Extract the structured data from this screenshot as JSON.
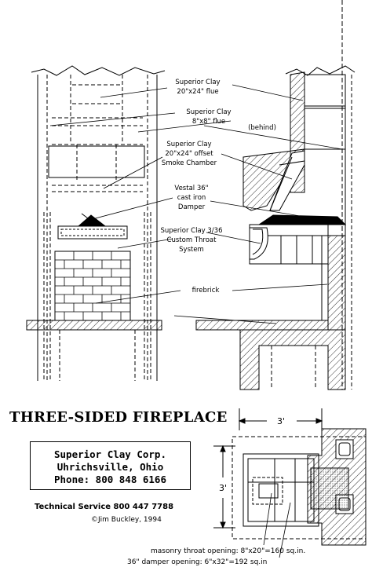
{
  "labels": {
    "flue_20x24": [
      "Superior Clay",
      "20\"x24\" flue"
    ],
    "flue_8x8": [
      "Superior Clay",
      "8\"x8\" flue"
    ],
    "behind": "(behind)",
    "smoke_chamber": [
      "Superior Clay",
      "20\"x24\" offset",
      "Smoke Chamber"
    ],
    "damper": [
      "Vestal 36\"",
      "cast iron",
      "Damper"
    ],
    "throat": [
      "Superior Clay 3/36",
      "Custom Throat",
      "System"
    ],
    "firebrick": "firebrick"
  },
  "title": "THREE-SIDED FIREPLACE",
  "company": {
    "name": "Superior Clay Corp.",
    "city": "Uhrichsville, Ohio",
    "phone": "Phone: 800 848 6166"
  },
  "technical_service": "Technical Service 800 447 7788",
  "copyright": "©Jim Buckley, 1994",
  "plan": {
    "width_dim": "3'",
    "depth_dim": "3'"
  },
  "notes": {
    "throat_opening": "masonry throat opening: 8\"x20\"=160 sq.in.",
    "damper_opening": "36\" damper opening: 6\"x32\"=192 sq.in"
  }
}
